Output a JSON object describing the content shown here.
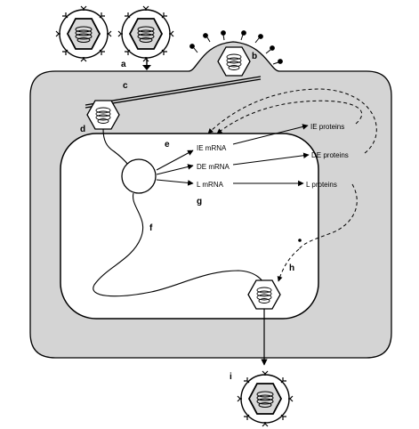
{
  "labels": {
    "a": "a",
    "b": "b",
    "c": "c",
    "d": "d",
    "e": "e",
    "f": "f",
    "g": "g",
    "h": "h",
    "i": "i"
  },
  "transcripts": {
    "ie_mrna": "IE mRNA",
    "de_mrna": "DE mRNA",
    "l_mrna": "L mRNA"
  },
  "proteins": {
    "ie": "IE proteins",
    "de": "DE proteins",
    "l": "L proteins"
  },
  "colors": {
    "cytoplasm": "#d4d4d4",
    "nucleus": "#ffffff",
    "stroke": "#000000",
    "capsid_fill": "#d9d9d9"
  }
}
